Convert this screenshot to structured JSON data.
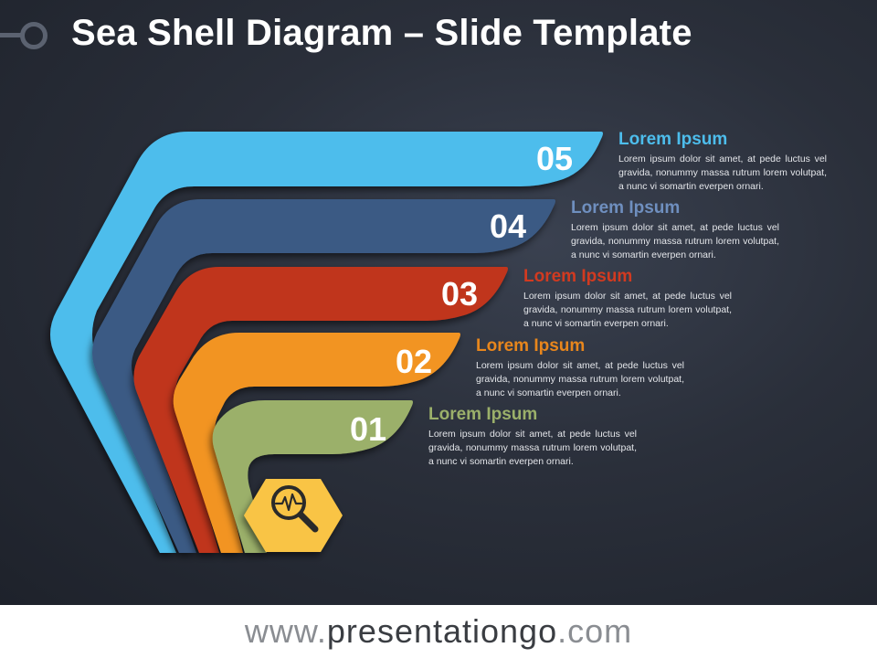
{
  "title": "Sea Shell Diagram – Slide Template",
  "footer": {
    "prefix": "www.",
    "brand": "presentationgo",
    "suffix": ".com"
  },
  "center_icon": "magnifier-pulse-icon",
  "colors": {
    "step1": "#9bb06a",
    "step2": "#f29421",
    "step3": "#c0341c",
    "step4": "#3b5a84",
    "step5": "#4dbdec",
    "hexagon": "#f9c445"
  },
  "steps": [
    {
      "number": "01",
      "heading": "Lorem Ipsum",
      "text": "Lorem ipsum dolor sit amet, at pede luctus vel gravida, nonummy massa rutrum lorem volutpat, a nunc vi somartin everpen ornari.",
      "heading_color": "#9bb06a"
    },
    {
      "number": "02",
      "heading": "Lorem Ipsum",
      "text": "Lorem ipsum dolor sit amet, at pede luctus vel gravida, nonummy massa rutrum lorem volutpat, a nunc vi somartin everpen ornari.",
      "heading_color": "#e8861c"
    },
    {
      "number": "03",
      "heading": "Lorem Ipsum",
      "text": "Lorem ipsum dolor sit amet, at pede luctus vel gravida, nonummy massa rutrum lorem volutpat, a nunc vi somartin everpen ornari.",
      "heading_color": "#d23a20"
    },
    {
      "number": "04",
      "heading": "Lorem Ipsum",
      "text": "Lorem ipsum dolor sit amet, at pede luctus vel gravida, nonummy massa rutrum lorem volutpat, a nunc vi somartin everpen ornari.",
      "heading_color": "#6f8fbf"
    },
    {
      "number": "05",
      "heading": "Lorem Ipsum",
      "text": "Lorem ipsum dolor sit amet, at pede luctus vel gravida, nonummy massa rutrum lorem volutpat, a nunc vi somartin everpen ornari.",
      "heading_color": "#4dbdec"
    }
  ]
}
